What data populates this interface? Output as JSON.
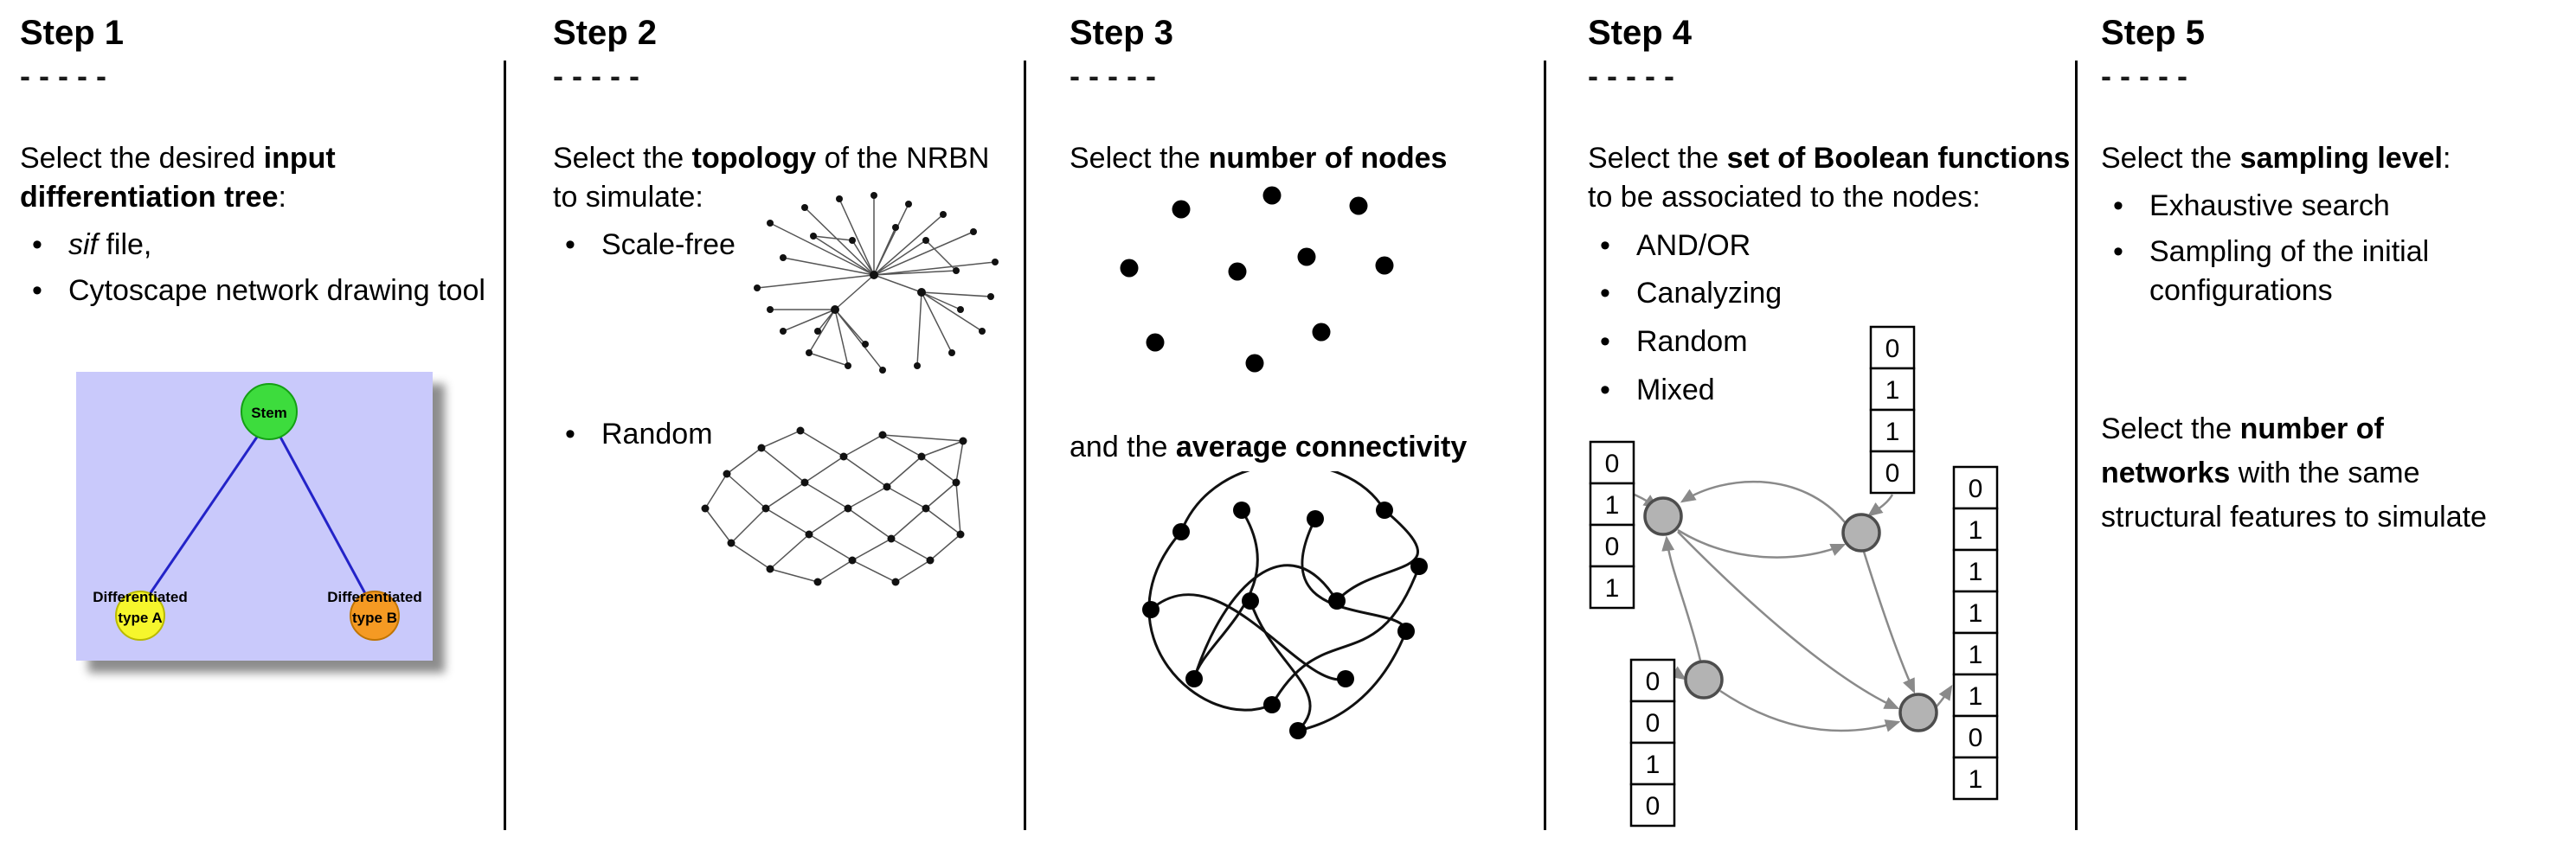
{
  "steps": [
    {
      "title": "Step 1",
      "dashes": "- - - - -",
      "intro": {
        "pre": "Select the desired ",
        "bold": "input differentiation tree",
        "post": ":"
      },
      "bullets": [
        {
          "italic": "sif",
          "text": " file,"
        },
        {
          "italic": "",
          "text": "Cytoscape network drawing tool"
        }
      ],
      "tree": {
        "root_label": "Stem",
        "left_label": {
          "line1": "Differentiated",
          "line2": "type A"
        },
        "right_label": {
          "line1": "Differentiated",
          "line2": "type B"
        },
        "colors": {
          "background": "#c9c9fb",
          "root": "#3ddc3d",
          "left": "#f6f62c",
          "right": "#f59a23",
          "edge": "#2323c8"
        }
      }
    },
    {
      "title": "Step 2",
      "dashes": "- - - - -",
      "intro": {
        "pre": "Select the ",
        "bold": "topology",
        "post": " of the NRBN to simulate:"
      },
      "bullets": [
        {
          "italic": "",
          "text": "Scale-free"
        },
        {
          "italic": "",
          "text": "Random"
        }
      ]
    },
    {
      "title": "Step 3",
      "dashes": "- - - - -",
      "intro": {
        "pre": "Select the ",
        "bold": "number of nodes",
        "post": ""
      },
      "intro2": {
        "pre": "and the ",
        "bold": "average connectivity",
        "post": ""
      }
    },
    {
      "title": "Step 4",
      "dashes": "- - - - -",
      "intro": {
        "pre": "Select the ",
        "bold": "set of Boolean functions",
        "post": " to be associated to the nodes:"
      },
      "bullets": [
        {
          "italic": "",
          "text": "AND/OR"
        },
        {
          "italic": "",
          "text": "Canalyzing"
        },
        {
          "italic": "",
          "text": "Random"
        },
        {
          "italic": "",
          "text": "Mixed"
        }
      ],
      "truth_tables": {
        "left": [
          "0",
          "1",
          "0",
          "1"
        ],
        "top": [
          "0",
          "1",
          "1",
          "0"
        ],
        "bottom": [
          "0",
          "0",
          "1",
          "0"
        ],
        "right": [
          "0",
          "1",
          "1",
          "1",
          "1",
          "1",
          "0",
          "1"
        ]
      },
      "node_color": "#b3b3b3"
    },
    {
      "title": "Step 5",
      "dashes": "- - - - -",
      "intro": {
        "pre": "Select the ",
        "bold": "sampling level",
        "post": ":"
      },
      "bullets": [
        {
          "italic": "",
          "text": "Exhaustive search"
        },
        {
          "italic": "",
          "text": "Sampling of the initial configurations"
        }
      ],
      "paragraph_lines": [
        {
          "pre": "Select the ",
          "bold": "number of",
          "post": ""
        },
        {
          "pre": "",
          "bold": "networks",
          "post": " with the same"
        },
        {
          "pre": "",
          "bold": "",
          "post": "structural features to simulate"
        }
      ]
    }
  ]
}
